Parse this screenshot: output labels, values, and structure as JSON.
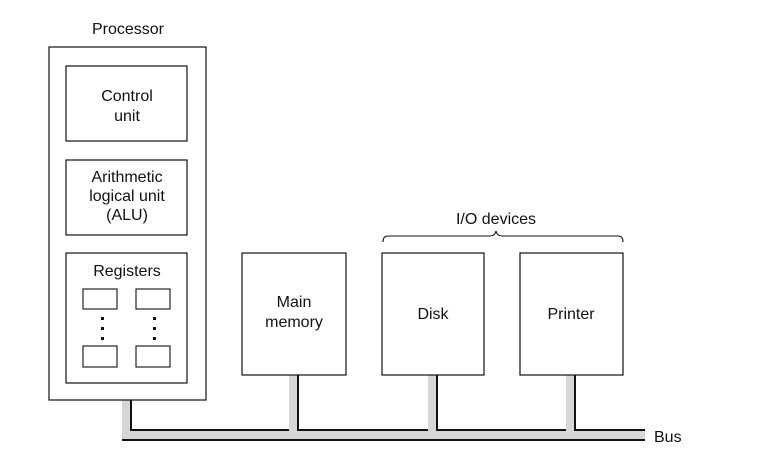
{
  "diagram": {
    "title": "Computer organization",
    "processor": {
      "label": "Processor",
      "components": [
        {
          "id": "control-unit",
          "lines": [
            "Control",
            "unit"
          ]
        },
        {
          "id": "alu",
          "lines": [
            "Arithmetic",
            "logical unit",
            "(ALU)"
          ]
        },
        {
          "id": "registers",
          "lines": [
            "Registers"
          ],
          "register_columns": 2,
          "register_rows_shown": 2,
          "ellipsis": true
        }
      ]
    },
    "memory": {
      "lines": [
        "Main",
        "memory"
      ]
    },
    "io_group": {
      "label": "I/O devices",
      "devices": [
        {
          "id": "disk",
          "label": "Disk"
        },
        {
          "id": "printer",
          "label": "Printer"
        }
      ]
    },
    "bus": {
      "label": "Bus",
      "connected": [
        "processor",
        "main-memory",
        "disk",
        "printer"
      ]
    },
    "colors": {
      "stroke": "#111111",
      "bus_fill": "#d6d6d6",
      "background": "#ffffff"
    }
  }
}
